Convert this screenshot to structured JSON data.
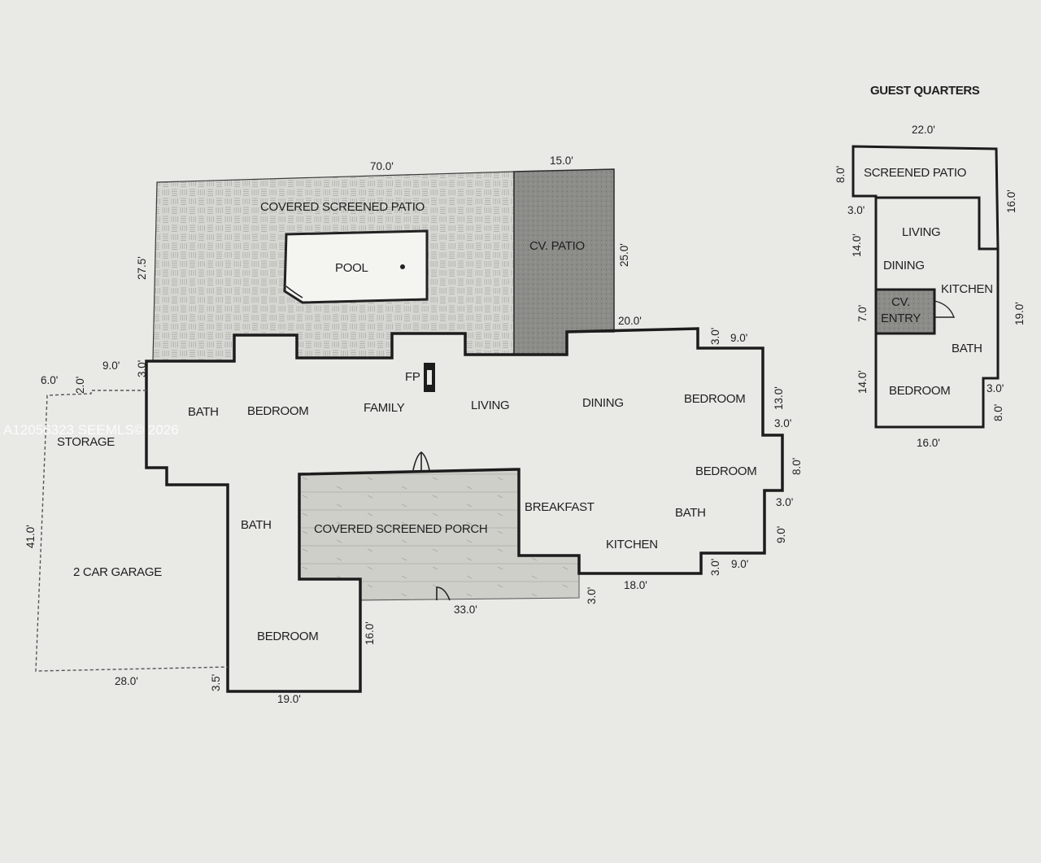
{
  "main_plan": {
    "rooms": {
      "covered_screened_patio": "COVERED SCREENED PATIO",
      "pool": "POOL",
      "cv_patio": "CV. PATIO",
      "bath_left": "BATH",
      "bedroom_left": "BEDROOM",
      "family": "FAMILY",
      "fp": "FP",
      "living": "LIVING",
      "dining": "DINING",
      "bedroom_right_top": "BEDROOM",
      "bedroom_right_mid": "BEDROOM",
      "storage": "STORAGE",
      "bath_center": "BATH",
      "covered_screened_porch": "COVERED SCREENED PORCH",
      "breakfast": "BREAKFAST",
      "bath_right": "BATH",
      "kitchen": "KITCHEN",
      "two_car_garage": "2 CAR GARAGE",
      "bedroom_bottom": "BEDROOM"
    },
    "dimensions": {
      "top_width": "70.0'",
      "cv_patio_width": "15.0'",
      "patio_depth": "27.5'",
      "cv_patio_depth": "25.0'",
      "cv_patio_offset": "20.0'",
      "right_step_top": "3.0'",
      "right_step_width": "9.0'",
      "right_bedroom_depth": "13.0'",
      "right_step_mid": "3.0'",
      "right_bedroom2_depth": "8.0'",
      "right_step_low": "3.0'",
      "right_lower_depth": "9.0'",
      "right_step_bottom": "3.0'",
      "right_bottom_width": "9.0'",
      "kitchen_width": "18.0'",
      "porch_step": "3.0'",
      "porch_width": "33.0'",
      "bedroom_bottom_depth": "16.0'",
      "bedroom_bottom_width": "19.0'",
      "bedroom_bottom_step": "3.5'",
      "garage_width": "28.0'",
      "garage_depth": "41.0'",
      "storage_width": "6.0'",
      "storage_step": "2.0'",
      "left_width": "9.0'",
      "left_step": "3.0'"
    }
  },
  "guest_quarters": {
    "title": "GUEST QUARTERS",
    "rooms": {
      "screened_patio": "SCREENED PATIO",
      "living": "LIVING",
      "dining": "DINING",
      "kitchen": "KITCHEN",
      "cv_entry_line1": "CV.",
      "cv_entry_line2": "ENTRY",
      "bath": "BATH",
      "bedroom": "BEDROOM"
    },
    "dimensions": {
      "top_width": "22.0'",
      "patio_depth": "8.0'",
      "right_upper": "16.0'",
      "left_step": "3.0'",
      "left_upper": "14.0'",
      "left_entry": "7.0'",
      "right_lower": "19.0'",
      "left_lower": "14.0'",
      "right_step": "3.0'",
      "right_bottom": "8.0'",
      "bottom_width": "16.0'"
    }
  },
  "watermark": "A12056323  SEEMLS© 2026",
  "colors": {
    "paper": "#e9e9e6",
    "wall": "#1c1c1c",
    "patio_fill": "#d4d4d0",
    "cv_patio_fill": "#8a8a86",
    "porch_fill": "#cfcfca"
  }
}
